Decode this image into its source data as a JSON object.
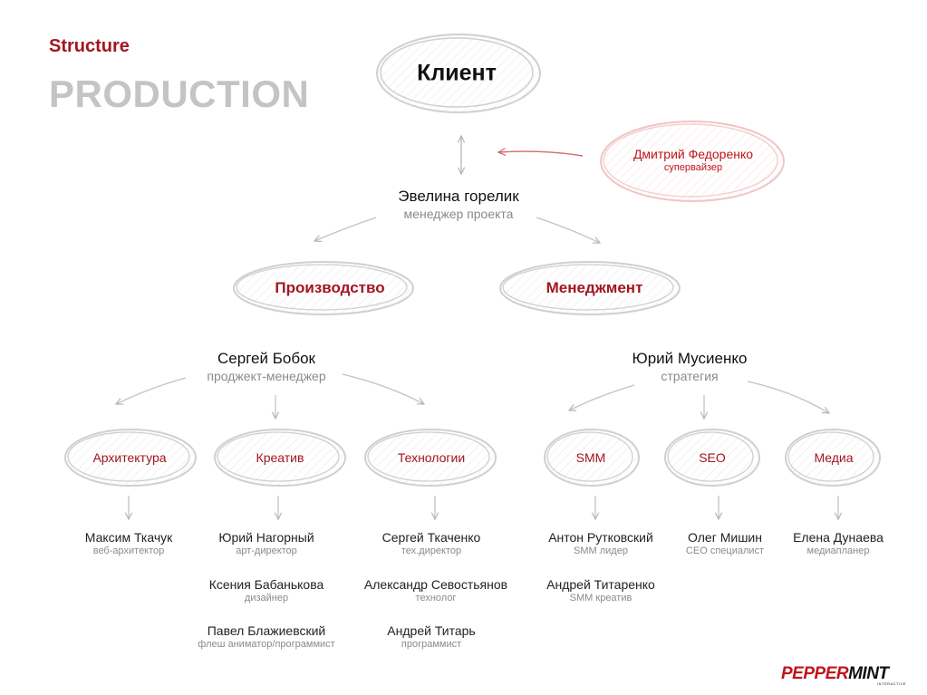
{
  "header": {
    "subtitle": "Structure",
    "title": "PRODUCTION"
  },
  "client": {
    "label": "Клиент"
  },
  "supervisor": {
    "name": "Дмитрий Федоренко",
    "role": "супервайзер"
  },
  "project_manager": {
    "name": "Эвелина горелик",
    "role": "менеджер проекта"
  },
  "branches": {
    "production": {
      "label": "Производство",
      "lead_name": "Сергей Бобок",
      "lead_role": "проджект-менеджер"
    },
    "management": {
      "label": "Менеджмент",
      "lead_name": "Юрий Мусиенко",
      "lead_role": "стратегия"
    }
  },
  "departments": [
    {
      "label": "Архитектура",
      "members": [
        {
          "name": "Максим Ткачук",
          "role": "веб-архитектор"
        }
      ]
    },
    {
      "label": "Креатив",
      "members": [
        {
          "name": "Юрий Нагорный",
          "role": "арт-директор"
        },
        {
          "name": "Ксения Бабанькова",
          "role": "дизайнер"
        },
        {
          "name": "Павел Блажиевский",
          "role": "флеш аниматор/программист"
        }
      ]
    },
    {
      "label": "Технологии",
      "members": [
        {
          "name": "Сергей Ткаченко",
          "role": "тех.директор"
        },
        {
          "name": "Александр Севостьянов",
          "role": "технолог"
        },
        {
          "name": "Андрей Титарь",
          "role": "программист"
        }
      ]
    },
    {
      "label": "SMM",
      "members": [
        {
          "name": "Антон Рутковский",
          "role": "SMM лидер"
        },
        {
          "name": "Андрей Титаренко",
          "role": "SMM креатив"
        }
      ]
    },
    {
      "label": "SEO",
      "members": [
        {
          "name": "Олег Мишин",
          "role": "СЕО специалист"
        }
      ]
    },
    {
      "label": "Медиа",
      "members": [
        {
          "name": "Елена Дунаева",
          "role": "медиапланер"
        }
      ]
    }
  ],
  "logo": {
    "text_part1": "PEPPER",
    "text_part2": "MINT",
    "subtext": "INTERACTIVE"
  },
  "colors": {
    "accent": "#a31520",
    "supervisor": "#c0141e",
    "title_gray": "#c4c4c4",
    "line_gray": "#bdbdbd"
  }
}
